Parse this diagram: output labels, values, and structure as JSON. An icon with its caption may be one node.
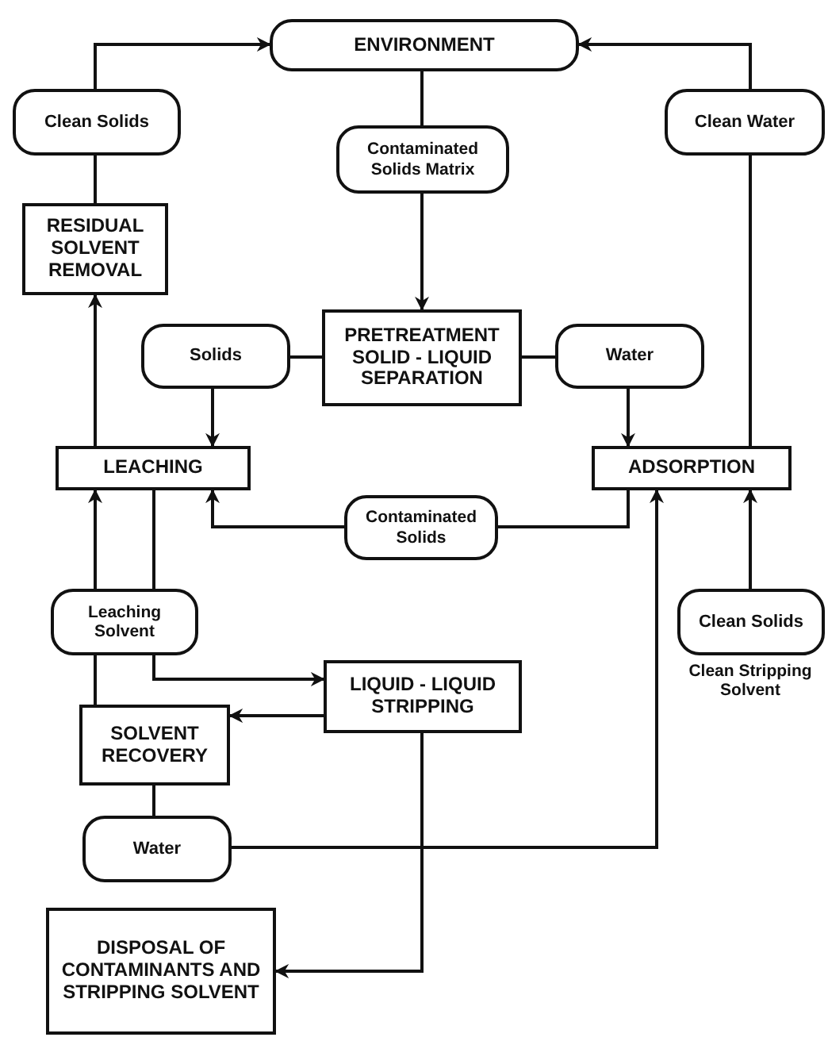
{
  "diagram": {
    "nodes": [
      {
        "text": [
          "ENVIRONMENT"
        ]
      },
      {
        "text": [
          "Clean Solids"
        ]
      },
      {
        "text": [
          "Contaminated Solids Matrix"
        ]
      },
      {
        "text": [
          "Clean Water"
        ]
      },
      {
        "text": [
          "RESIDUAL SOLVENT REMOVAL"
        ]
      },
      {
        "text": [
          "PRETREATMENT SOLID - LIQUID SEPARATION"
        ]
      },
      {
        "text": [
          "Solids"
        ]
      },
      {
        "text": [
          "Water"
        ]
      },
      {
        "text": [
          "LEACHING"
        ]
      },
      {
        "text": [
          "ADSORPTION"
        ]
      },
      {
        "text": [
          "Contaminated Solids"
        ]
      },
      {
        "text": [
          "Leaching Solvent"
        ]
      },
      {
        "text": [
          "Clean Solids"
        ],
        "beside": [
          "Clean Stripping Solvent"
        ]
      },
      {
        "text": [
          "LIQUID - LIQUID STRIPPING"
        ]
      },
      {
        "text": [
          "SOLVENT RECOVERY"
        ]
      },
      {
        "text": [
          "Water"
        ]
      },
      {
        "text": [
          "DISPOSAL OF CONTAMINANTS AND STRIPPING SOLVENT"
        ]
      }
    ],
    "edges": [
      {
        "from": 1,
        "to": 0,
        "arrow": "to"
      },
      {
        "from": 3,
        "to": 0,
        "arrow": "to"
      },
      {
        "from": 0,
        "to": 2,
        "arrow": "none"
      },
      {
        "from": 2,
        "to": 5,
        "arrow": "to"
      },
      {
        "from": 4,
        "to": 1,
        "arrow": "none"
      },
      {
        "from": 8,
        "to": 4,
        "arrow": "to"
      },
      {
        "from": 6,
        "to": 5,
        "arrow": "none"
      },
      {
        "from": 5,
        "to": 7,
        "arrow": "none"
      },
      {
        "from": 6,
        "to": 8,
        "arrow": "to"
      },
      {
        "from": 7,
        "to": 9,
        "arrow": "to"
      },
      {
        "from": 9,
        "to": 3,
        "arrow": "none"
      },
      {
        "from": 9,
        "to": 10,
        "arrow": "none"
      },
      {
        "from": 10,
        "to": 8,
        "arrow": "to"
      },
      {
        "from": 11,
        "to": 8,
        "arrow": "to"
      },
      {
        "from": 8,
        "to": 11,
        "arrow": "none"
      },
      {
        "from": 11,
        "to": 13,
        "arrow": "to"
      },
      {
        "from": 14,
        "to": 11,
        "arrow": "none"
      },
      {
        "from": 13,
        "to": 14,
        "arrow": "to"
      },
      {
        "from": 14,
        "to": 15,
        "arrow": "none"
      },
      {
        "from": 15,
        "to": 9,
        "arrow": "to"
      },
      {
        "from": 13,
        "to": 16,
        "arrow": "to"
      },
      {
        "from": 12,
        "to": 9,
        "arrow": "to"
      }
    ]
  }
}
